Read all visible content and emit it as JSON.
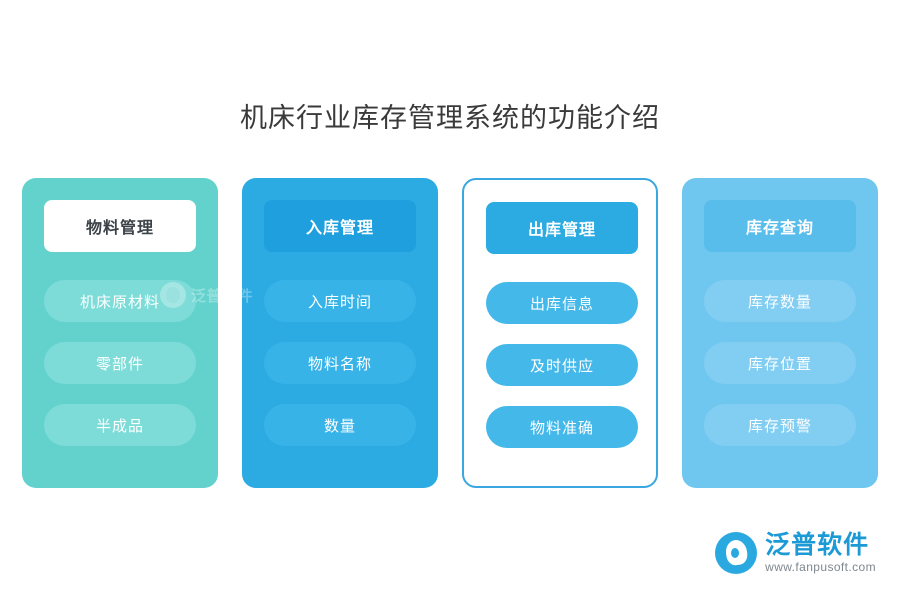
{
  "title": "机床行业库存管理系统的功能介绍",
  "columns": [
    {
      "header": "物料管理",
      "items": [
        "机床原材料",
        "零部件",
        "半成品"
      ],
      "color": "#63d2cd",
      "header_color": "#ffffff",
      "item_color": "#7ddcd7"
    },
    {
      "header": "入库管理",
      "items": [
        "入库时间",
        "物料名称",
        "数量"
      ],
      "color": "#2cabe3",
      "header_color": "#1f9fdd",
      "item_color": "#37b3e8"
    },
    {
      "header": "出库管理",
      "items": [
        "出库信息",
        "及时供应",
        "物料准确"
      ],
      "color": "#ffffff",
      "header_color": "#2cabe3",
      "item_color": "#45b8ea"
    },
    {
      "header": "库存查询",
      "items": [
        "库存数量",
        "库存位置",
        "库存预警"
      ],
      "color": "#6fc7f0",
      "header_color": "#59bdec",
      "item_color": "#82cdf2"
    }
  ],
  "watermark": {
    "text": "泛普软件"
  },
  "logo": {
    "name": "泛普软件",
    "url": "www.fanpusoft.com"
  }
}
